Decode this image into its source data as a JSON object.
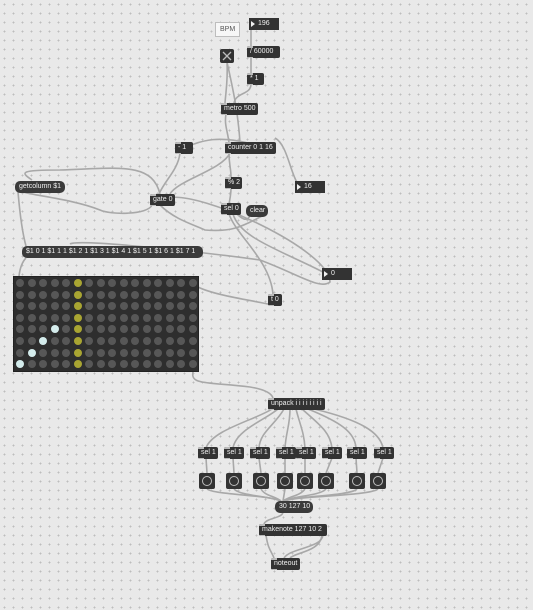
{
  "colors": {
    "canvas": "#e9e9e9",
    "object_box": "#333333",
    "patch_cord": "#a8a8a8",
    "cell_off": "#575757",
    "cell_on": "#d4ecec",
    "column_highlight": "#a9a532"
  },
  "comment": {
    "bpm_label": "BPM"
  },
  "numbers": {
    "bpm_value": "196",
    "counter_max": "16",
    "column_value": "0"
  },
  "objects": {
    "sixty_thousand": "/ 60000",
    "multiply_one": "* 1",
    "metro": "metro 500",
    "minus_one": "- 1",
    "counter": "counter 0 1 16",
    "modulo": "% 2",
    "gate": "gate 0",
    "select_zero": "sel 0",
    "trigger_zero": "t 0",
    "unpack": "unpack i i i i i i i i",
    "sel_labels": [
      "sel 1",
      "sel 1",
      "sel 1",
      "sel 1",
      "sel 1",
      "sel 1",
      "sel 1",
      "sel 1"
    ],
    "pitch_velocity": "30 127 10",
    "makenote": "makenote 127 10 2",
    "noteout": "noteout"
  },
  "messages": {
    "getcolumn": "getcolumn $1",
    "clear": "clear",
    "column_list": "$1 0 1 $1 1 1 $1 2 1 $1 3 1 $1 4 1 $1 5 1 $1 6 1 $1 7 1"
  },
  "matrix": {
    "columns": 16,
    "rows": 8,
    "highlight_column": 5,
    "active_cells": [
      [
        3,
        4
      ],
      [
        2,
        5
      ],
      [
        1,
        6
      ],
      [
        0,
        7
      ]
    ]
  },
  "icons": {
    "toggle": "x-toggle-icon",
    "bang": "bang-circle-icon"
  }
}
